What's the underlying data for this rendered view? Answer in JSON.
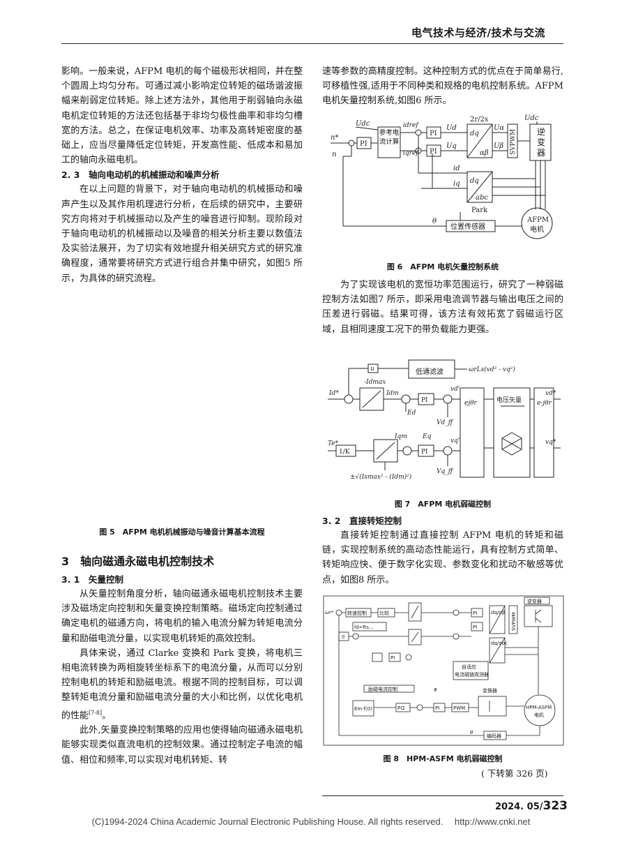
{
  "header": {
    "journal": "电气技术与经济/技术与交流"
  },
  "left": {
    "para1": "影响。一般来说，AFPM 电机的每个磁极形状相同，并在整个圆周上均匀分布。可通过减小影响定位转矩的磁场谐波振幅来削弱定位转矩。除上述方法外，其他用于削弱轴向永磁电机定位转矩的方法还包括基于非均匀极性曲率和非均匀槽宽的方法。总之，在保证电机效率、功率及高转矩密度的基础上，应当尽量降低定位转矩，开发高性能、低成本和易加工的轴向永磁电机。",
    "sec23": "2. 3　轴向电动机的机械振动和噪声分析",
    "para2": "在以上问题的背景下，对于轴向电动机的机械振动和噪声产生以及其作用机理进行分析，在后续的研究中，主要研究方向将对于机械振动以及产生的噪音进行抑制。现阶段对于轴向电动机的机械振动以及噪音的相关分析主要以数值法及实验法展开，为了切实有效地提升相关研究方式的研究准确程度，通常要将研究方式进行组合并集中研究，如图5 所示，为具体的研究流程。",
    "fig5_caption": "图 5　AFPM 电机机械振动与噪音计算基本流程",
    "sec3": "3　轴向磁通永磁电机控制技术",
    "sec31": "3. 1　矢量控制",
    "para3": "从矢量控制角度分析，轴向磁通永磁电机控制技术主要涉及磁场定向控制和矢量变换控制策略。磁场定向控制通过确定电机的磁通方向，将电机的输入电流分解为转矩电流分量和励磁电流分量，以实现电机转矩的高效控制。",
    "para4": "具体来说，通过 Clarke 变换和 Park 变换，将电机三相电流转换为两相旋转坐标系下的电流分量，从而可以分别控制电机的转矩和励磁电流。根据不同的控制目标，可以调整转矩电流分量和励磁电流分量的大小和比例，以优化电机的性能",
    "para4_ref": "[7-8]",
    "para4_end": "。",
    "para5": "此外,矢量变换控制策略的应用也使得轴向磁通永磁电机能够实现类似直流电机的控制效果。通过控制定子电流的幅值、相位和频率,可以实现对电机转矩、转"
  },
  "right": {
    "para1": "速等参数的高精度控制。这种控制方式的优点在于简单易行,可移植性强,适用于不同种类和规格的电机控制系统。AFPM 电机矢量控制系统,如图6 所示。",
    "fig6_caption": "图 6　AFPM 电机矢量控制系统",
    "para2": "为了实现该电机的宽恒功率范围运行，研究了一种弱磁控制方法如图7 所示，即采用电流调节器与输出电压之间的压差进行弱磁。结果可得，该方法有效拓宽了弱磁运行区域，且相同速度工况下的带负载能力更强。",
    "fig7_caption": "图 7　AFPM 电机弱磁控制",
    "sec32": "3. 2　直接转矩控制",
    "para3": "直接转矩控制通过直接控制 AFPM 电机的转矩和磁链，实现控制系统的高动态性能运行，具有控制方式简单、转矩响应快、便于数字化实现、参数变化和扰动不敏感等优点，如图8 所示。",
    "fig8_caption": "图 8　HPM-ASFM 电机弱磁控制",
    "continued": "( 下转第 326 页)"
  },
  "fig6": {
    "lbl_n_ref": "n*",
    "lbl_n": "n",
    "lbl_udc": "Udc",
    "lbl_udc2": "Udc",
    "pi1": "PI",
    "ref_calc": "参考电流计算",
    "lbl_idref": "idref",
    "lbl_iqref": "iqref",
    "pi2": "PI",
    "pi3": "PI",
    "lbl_ud": "Ud",
    "lbl_uq": "Uq",
    "t1_top": "2r/2s",
    "t1_a": "dq",
    "t1_b": "αβ",
    "lbl_ua": "Uα",
    "lbl_ub": "Uβ",
    "svpwm": "SVPWM",
    "inverter": "逆变器",
    "lbl_id": "id",
    "lbl_iq": "iq",
    "t2_a": "dq",
    "t2_b": "abc",
    "park": "Park",
    "lbl_theta": "θ",
    "sensor": "位置传感器",
    "motor1": "AFPM",
    "motor2": "电机"
  },
  "fig7": {
    "u": "u",
    "lpf": "低通滤波",
    "eq": "ωrLs(vd² - vq²)",
    "id_ref": "Id*",
    "limit": "-Idmax",
    "id_m": "Idm",
    "pi_d": "PI",
    "vd": "vd'",
    "ed": "Ed",
    "vdff": "Vd_ff",
    "e1": "ejθr",
    "vc": "电压矢量",
    "e2": "e-jθr",
    "vdo": "vd*",
    "te": "Te*",
    "k": "1/K",
    "iqm": "Iqm",
    "pi_q": "PI",
    "vq": "vq'",
    "eq2": "Eq",
    "vqff": "Vq_ff",
    "vqo": "vq*",
    "sqrt": "±√(Ismax² - (Idm)²)"
  },
  "fig8": {
    "w_ref": "ωr*",
    "w": "ωr",
    "b1": "转速控制",
    "b2": "比较",
    "b3": "Id=Rs...",
    "zero": "0",
    "pi_a": "PI",
    "pi_b": "PI",
    "pi_c": "PI",
    "pi_d": "PI",
    "dq1": "dq/αβ",
    "svpwm": "SVPWM",
    "inv": "逆变器",
    "dq2": "dq/abc",
    "flux": "自适应",
    "flux2": "电流磁链观测器",
    "cur": "励磁电流控制",
    "lbl_phi": "φ",
    "emf": "Em·f(0)",
    "fb": "PI2",
    "pi_e": "PI",
    "pwm": "PWM",
    "conv": "变换器",
    "motor1": "HPM-ASFM",
    "motor2": "电机",
    "enc": "编码器",
    "theta": "θ"
  },
  "page": {
    "number_prefix": "2024. 05/",
    "number": "323"
  },
  "footer": "(C)1994-2024 China Academic Journal Electronic Publishing House. All rights reserved.　 http://www.cnki.net"
}
